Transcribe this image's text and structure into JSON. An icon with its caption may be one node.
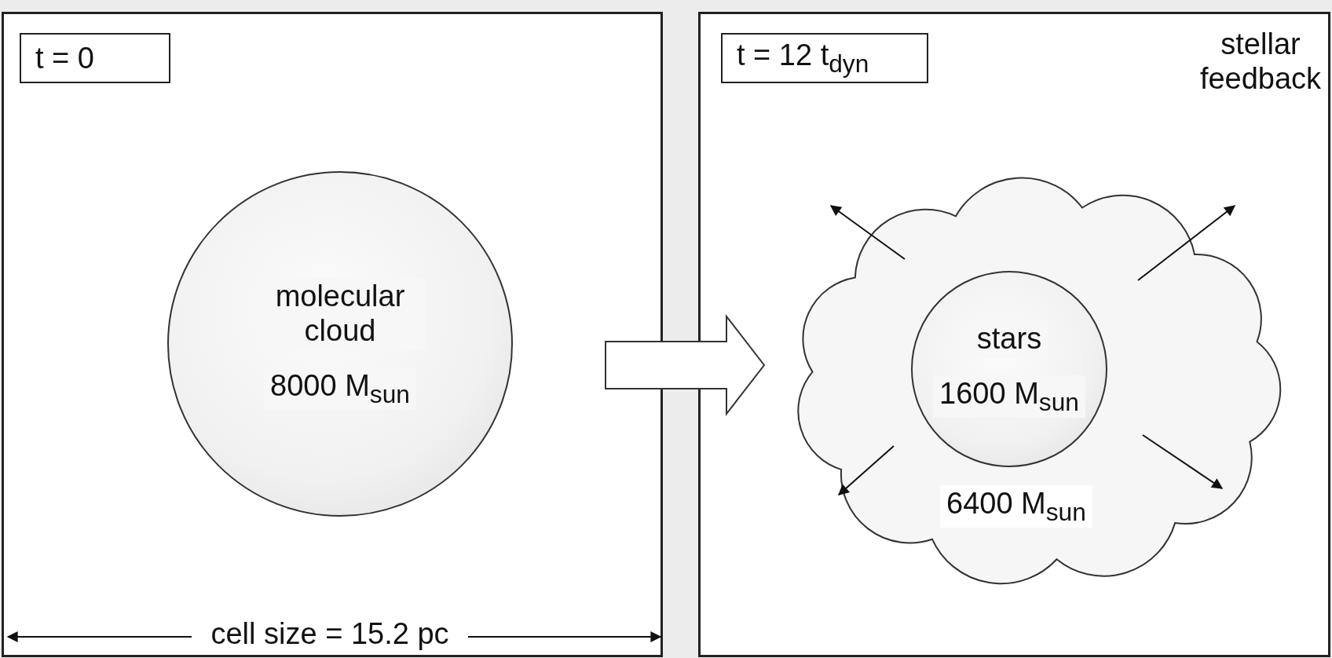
{
  "diagram": {
    "nodes": [
      {
        "text": [],
        "shape": "box"
      },
      {
        "text": [
          "t = 0"
        ],
        "in": 0
      },
      {
        "text": [
          "molecular cloud",
          "8000 M$_{sun}$"
        ],
        "in": 0
      },
      {
        "text": [],
        "shape": "box"
      },
      {
        "text": [
          "t = 12 t$_{dyn}$"
        ],
        "in": 3
      },
      {
        "text": [
          "6400 M$_{sun}$"
        ],
        "in": 3
      },
      {
        "text": [
          "stars",
          "1600 M$_{sun}$"
        ],
        "in": 5
      }
    ],
    "edges": [
      {
        "from": 0,
        "to": 3,
        "arrow": "to"
      }
    ],
    "labels": [
      "stellar feedback",
      "cell size = 15.2 pc"
    ]
  }
}
